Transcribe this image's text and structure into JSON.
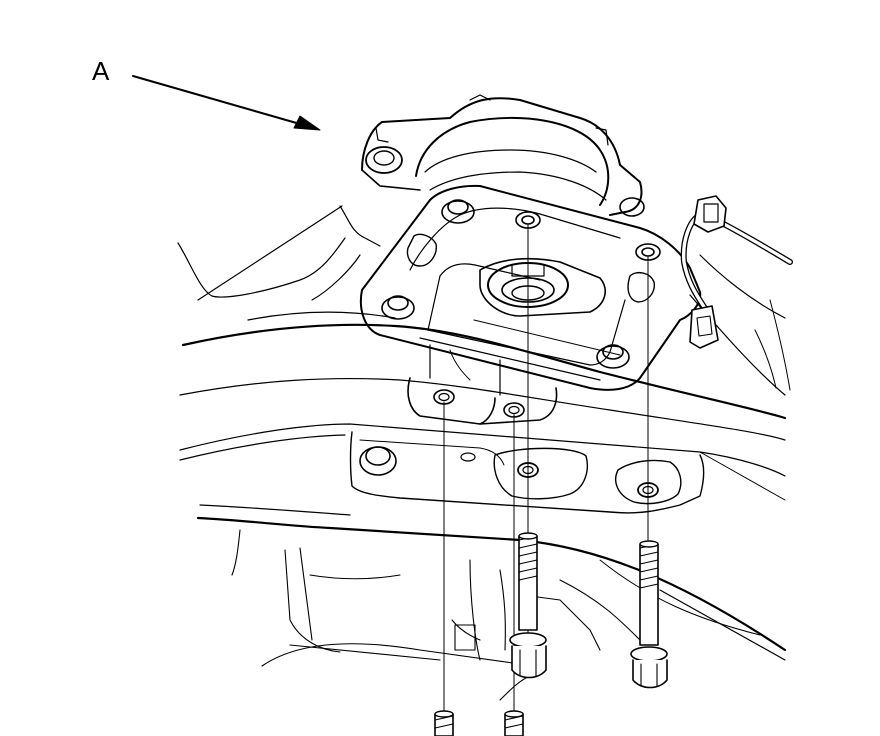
{
  "diagram": {
    "callout_label": "A",
    "colors": {
      "ink": "#000000",
      "paper": "#ffffff"
    },
    "parts": [
      "engine-mount-assembly",
      "mount-bracket",
      "subframe",
      "wire-harness-connector",
      "mounting-bolts"
    ]
  }
}
